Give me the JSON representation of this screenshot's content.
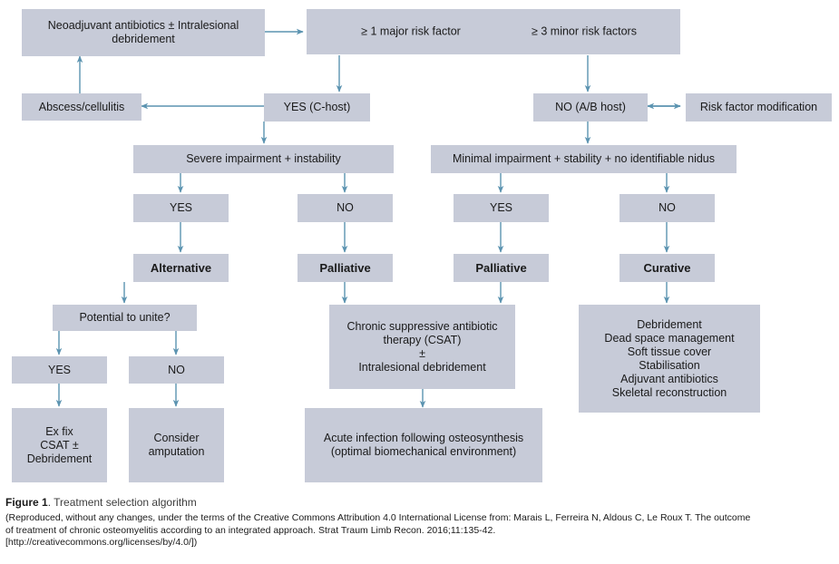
{
  "figure": {
    "label": "Figure 1",
    "title": ". Treatment selection algorithm",
    "credit_line_1": "(Reproduced, without any changes, under the terms of the Creative Commons Attribution 4.0 International License from: Marais L, Ferreira N, Aldous C, Le Roux T. The outcome",
    "credit_line_2": "of treatment of chronic osteomyelitis according to an integrated approach. Strat Traum Limb Recon. 2016;11:135-42.",
    "credit_line_3": "[http://creativecommons.org/licenses/by/4.0/])"
  },
  "colors": {
    "box_fill": "#c7cbd8",
    "arrow": "#5b93b0",
    "text": "#1a1a1a",
    "background": "#ffffff"
  },
  "flow": {
    "nodes": {
      "neoadjuvant": "Neoadjuvant antibiotics ± Intralesional debridement",
      "risk_major": "≥ 1 major risk factor",
      "risk_minor": "≥ 3 minor risk factors",
      "abscess": "Abscess/cellulitis",
      "yes_c_host": "YES (C-host)",
      "no_ab_host": "NO (A/B host)",
      "risk_factor_mod": "Risk factor modification",
      "severe_impairment": "Severe impairment + instability",
      "minimal_impairment": "Minimal impairment + stability + no identifiable nidus",
      "severe_yes": "YES",
      "severe_no": "NO",
      "minimal_yes": "YES",
      "minimal_no": "NO",
      "alternative": "Alternative",
      "palliative_left": "Palliative",
      "palliative_right": "Palliative",
      "curative": "Curative",
      "potential_to_unite": "Potential to unite?",
      "unite_yes": "YES",
      "unite_no": "NO",
      "ex_fix": "Ex fix\nCSAT ±\nDebridement",
      "consider_amputation": "Consider\namputation",
      "csat": "Chronic suppressive antibiotic therapy (CSAT)\n±\nIntralesional debridement",
      "acute_infection": "Acute infection following osteosynthesis (optimal biomechanical environment)",
      "curative_steps": "Debridement\nDead space management\nSoft tissue cover\nStabilisation\nAdjuvant antibiotics\nSkeletal reconstruction"
    }
  }
}
